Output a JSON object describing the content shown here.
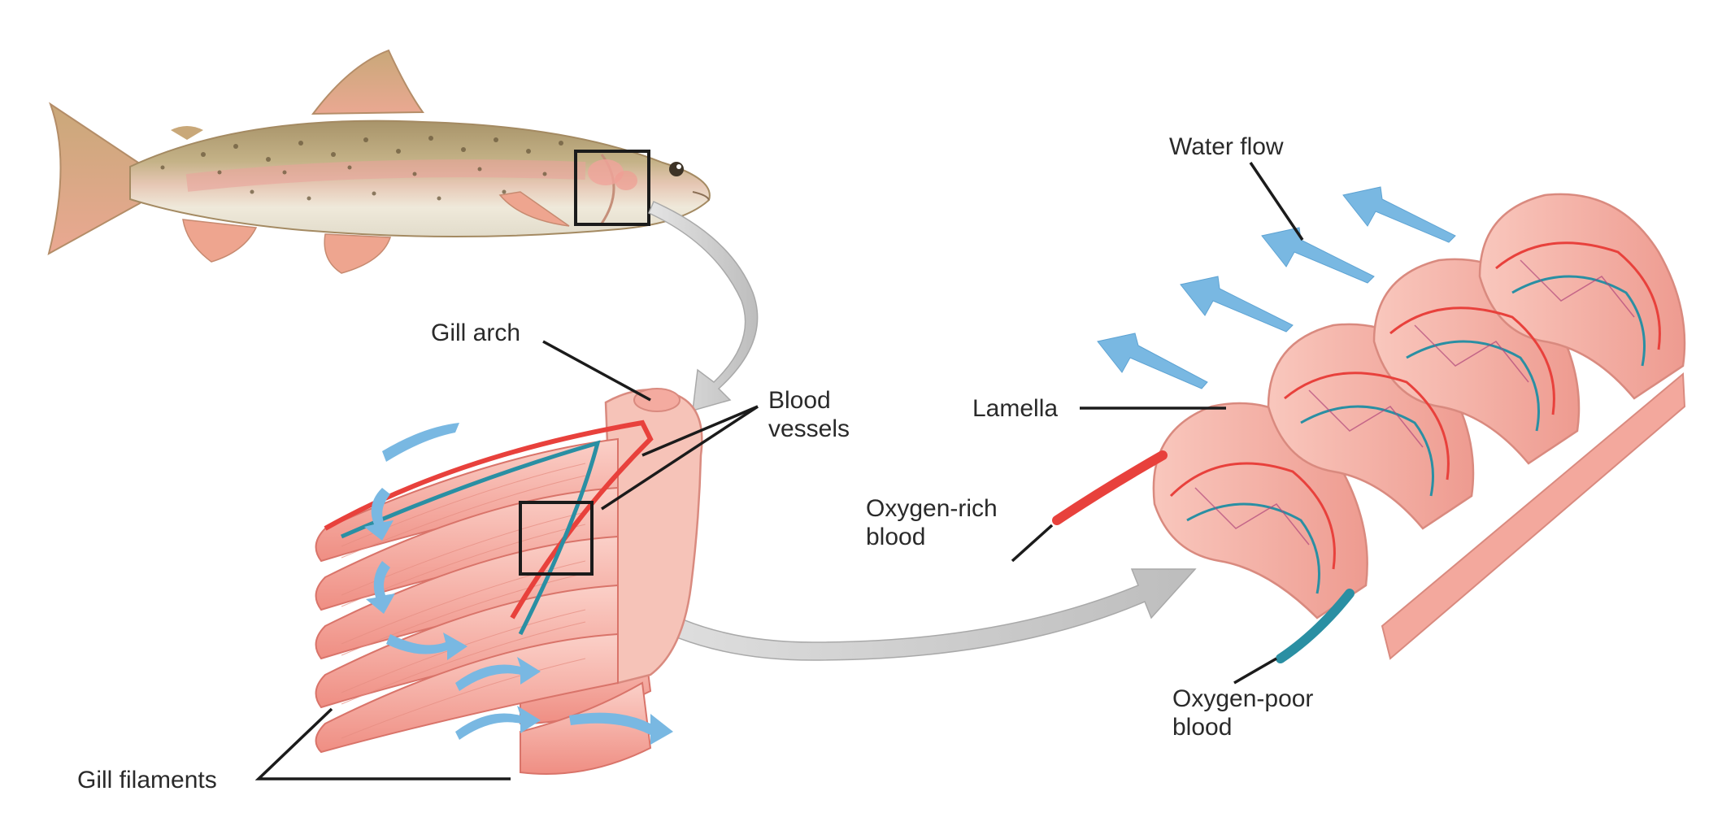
{
  "labels": {
    "gill_arch": "Gill arch",
    "blood_vessels_line1": "Blood",
    "blood_vessels_line2": "vessels",
    "gill_filaments": "Gill filaments",
    "water_flow": "Water flow",
    "lamella": "Lamella",
    "oxygen_rich_line1": "Oxygen-rich",
    "oxygen_rich_line2": "blood",
    "oxygen_poor_line1": "Oxygen-poor",
    "oxygen_poor_line2": "blood"
  },
  "colors": {
    "water_arrow": "#79b8e2",
    "oxygen_rich_vessel": "#e8413c",
    "oxygen_poor_vessel": "#2a8fa3",
    "tissue": "#f6b3a8",
    "tissue_dark": "#ee8f84",
    "transition_arrow": "#cfcfcf",
    "fish_back": "#b9a678",
    "fish_belly": "#ede7d6"
  }
}
